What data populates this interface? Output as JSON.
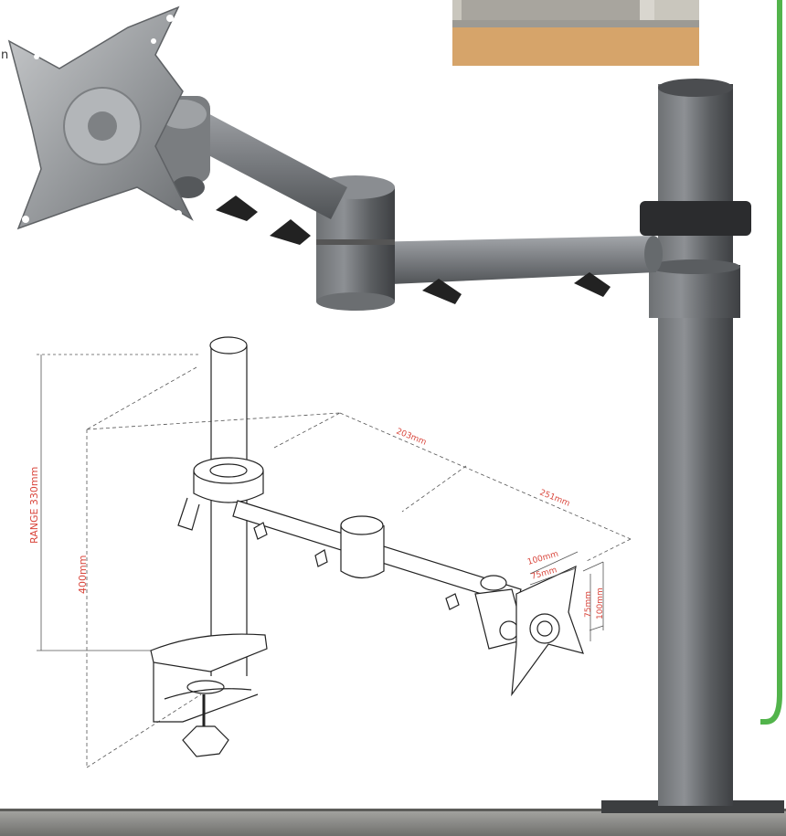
{
  "page_fragment": {
    "text": "n"
  },
  "dimensions": {
    "range": "RANGE 330mm",
    "height": "400mm",
    "arm_upper": "203mm",
    "arm_lower": "251mm",
    "vesa_w_100": "100mm",
    "vesa_w_75": "75mm",
    "vesa_h_75": "75mm",
    "vesa_h_100": "100mm"
  },
  "colors": {
    "accent_green": "#52b44b",
    "dimension_red": "#d9463c",
    "metal": "#8a8d91",
    "desk": "#8b8b88"
  }
}
